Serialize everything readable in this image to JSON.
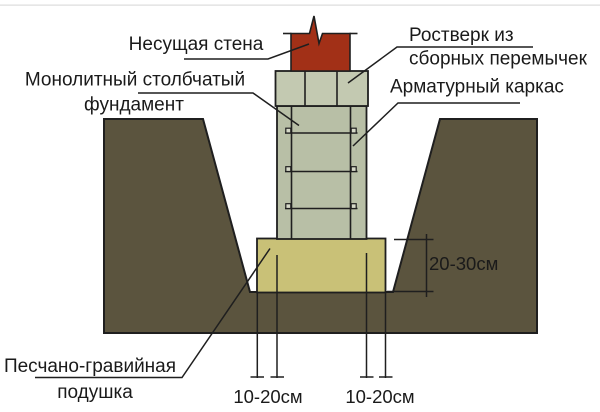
{
  "diagram_title": "Monolithic columnar foundation cross-section",
  "labels": {
    "bearing_wall": "Несущая стена",
    "monolithic_foundation_line1": "Монолитный столбчатый",
    "monolithic_foundation_line2": "фундамент",
    "grillage_line1": "Ростверк из",
    "grillage_line2": "сборных перемычек",
    "rebar_cage": "Арматурный каркас",
    "cushion_line1": "Песчано-гравийная",
    "cushion_line2": "подушка"
  },
  "dimensions": {
    "cushion_thickness": "20-30см",
    "overhang_left": "10-20см",
    "overhang_right": "10-20см"
  },
  "colors": {
    "ground": "#5b543e",
    "wall": "#a23017",
    "grillage": "#c3c9b1",
    "column": "#b8bfa6",
    "cushion": "#c9c177",
    "stirrup_square": "#d6d9c8",
    "faint_rule": "#dcdcdc"
  }
}
